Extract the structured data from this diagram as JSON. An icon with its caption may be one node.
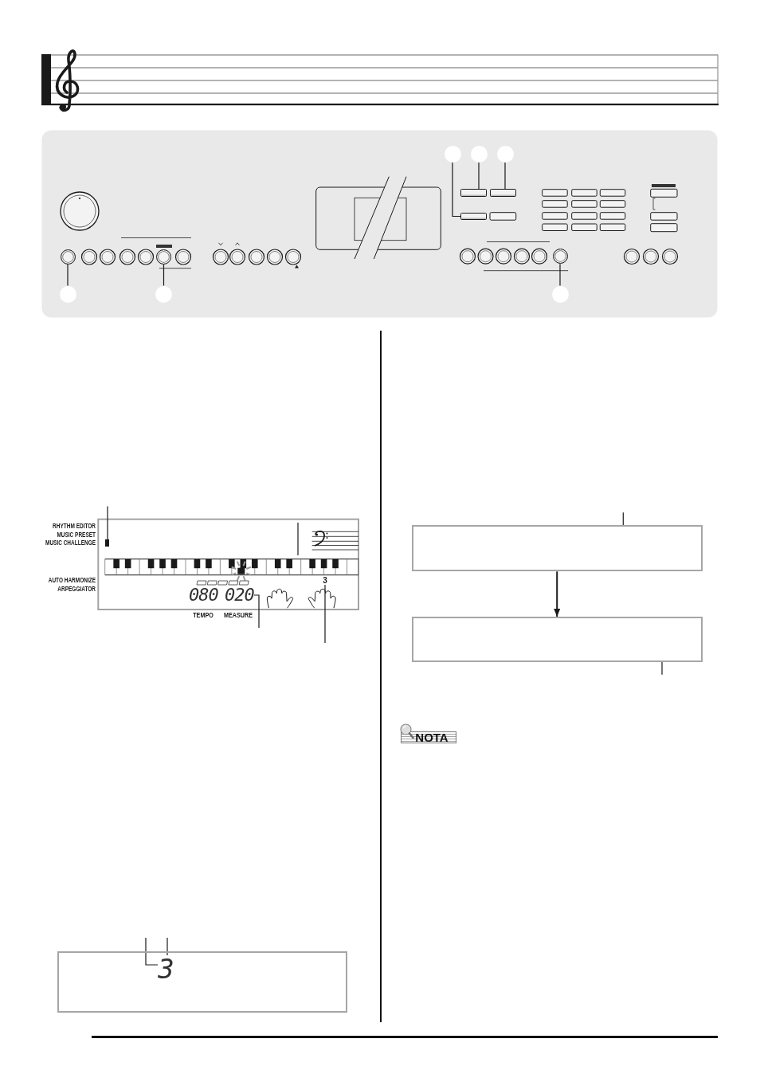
{
  "diagram": {
    "nodes": [
      {
        "text": [],
        "shape": "circle"
      },
      {
        "text": [],
        "shape": "circle"
      },
      {
        "text": [],
        "shape": "circle"
      },
      {
        "text": [],
        "shape": "box"
      },
      {
        "text": [],
        "shape": "box"
      },
      {
        "text": [],
        "shape": "box"
      },
      {
        "text": [],
        "shape": "circle"
      },
      {
        "text": [],
        "shape": "circle"
      },
      {
        "text": [],
        "shape": "circle"
      },
      {
        "text": [],
        "shape": "circle"
      },
      {
        "text": [],
        "shape": "circle"
      },
      {
        "text": [],
        "shape": "circle"
      },
      {
        "text": [],
        "shape": "bar"
      },
      {
        "text": [
          "020"
        ]
      },
      {
        "text": [
          "3"
        ]
      },
      {
        "text": [],
        "shape": "box"
      },
      {
        "text": [],
        "shape": "box"
      },
      {
        "text": [],
        "shape": "box"
      },
      {
        "text": [
          "3"
        ],
        "in": 17
      }
    ],
    "edges": [
      {
        "from": 0,
        "to": 5,
        "arrow": "none"
      },
      {
        "from": 1,
        "to": 3,
        "arrow": "none"
      },
      {
        "from": 2,
        "to": 4,
        "arrow": "none"
      },
      {
        "from": 9,
        "to": 6,
        "arrow": "none"
      },
      {
        "from": 10,
        "to": 7,
        "arrow": "none"
      },
      {
        "from": 11,
        "to": 8,
        "arrow": "none"
      },
      {
        "from": null,
        "to": 12,
        "arrow": "none"
      },
      {
        "from": null,
        "to": 13,
        "arrow": "none"
      },
      {
        "from": null,
        "to": 14,
        "arrow": "none"
      },
      {
        "from": null,
        "to": 15,
        "arrow": "none"
      },
      {
        "from": 15,
        "to": 16,
        "arrow": "to"
      },
      {
        "from": null,
        "to": 16,
        "arrow": "none"
      },
      {
        "from": null,
        "to": 18,
        "arrow": "none"
      },
      {
        "from": null,
        "to": 18,
        "arrow": "none"
      }
    ],
    "labels": [
      "RHYTHM EDITOR",
      "MUSIC PRESET",
      "MUSIC CHALLENGE",
      "AUTO HARMONIZE",
      "ARPEGGIATOR",
      "080",
      "TEMPO",
      "MEASURE",
      "NOTA"
    ]
  }
}
